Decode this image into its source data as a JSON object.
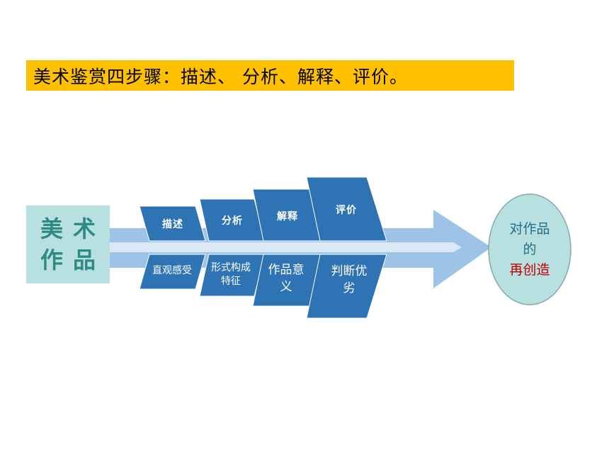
{
  "title": "美术鉴赏四步骤：描述、 分析、解释、评价。",
  "artwork": {
    "line1": "美术",
    "line2": "作品"
  },
  "steps": [
    {
      "label": "描述",
      "detail": "直观感受"
    },
    {
      "label": "分析",
      "detail": "形式构成特征"
    },
    {
      "label": "解释",
      "detail": "作品意义"
    },
    {
      "label": "评价",
      "detail": "判断优劣"
    }
  ],
  "result": {
    "line1": "对作品",
    "line2": "的",
    "line3": "再创造"
  },
  "colors": {
    "title_bg": "#ffc000",
    "art_box_bg": "#b9e0e0",
    "art_text": "#2e8b84",
    "step_blue": "#2e74b5",
    "arrow_light": "#9dc3e6",
    "circle_fill": "#b9e0e0",
    "circle_text": "#1f6f8b",
    "circle_highlight": "#c00000"
  }
}
